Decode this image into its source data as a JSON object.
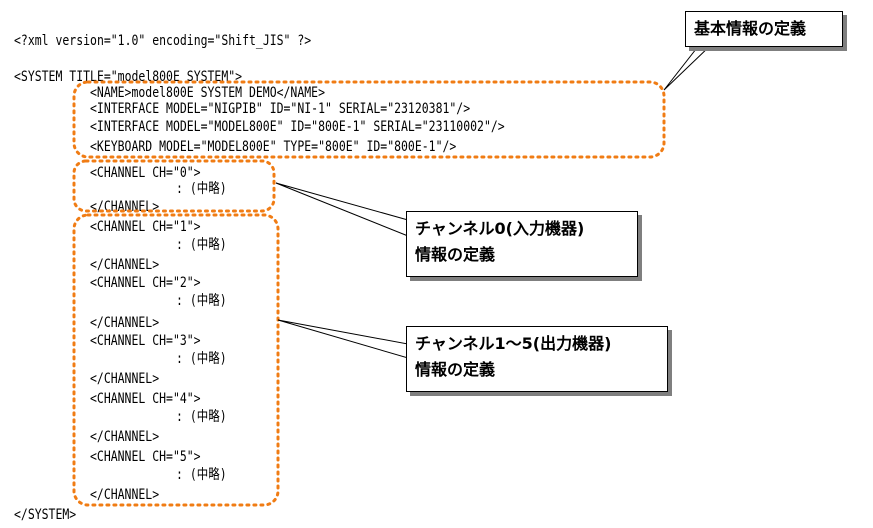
{
  "xml_lines": [
    "<?xml version=\"1.0\" encoding=\"Shift_JIS\" ?>",
    "<SYSTEM TITLE=\"model800E SYSTEM\">",
    "<NAME>model800E SYSTEM DEMO</NAME>",
    "<INTERFACE MODEL=\"NIGPIB\" ID=\"NI-1\" SERIAL=\"23120381\"/>",
    "<INTERFACE MODEL=\"MODEL800E\" ID=\"800E-1\" SERIAL=\"23110002\"/>",
    "<KEYBOARD MODEL=\"MODEL800E\" TYPE=\"800E\" ID=\"800E-1\"/>",
    "<CHANNEL CH=\"0\">",
    ": (中略)",
    "</CHANNEL>",
    "<CHANNEL CH=\"1\">",
    ": (中略)",
    "</CHANNEL>",
    "<CHANNEL CH=\"2\">",
    ": (中略)",
    "</CHANNEL>",
    "<CHANNEL CH=\"3\">",
    ": (中略)",
    "</CHANNEL>",
    "<CHANNEL CH=\"4\">",
    ": (中略)",
    "</CHANNEL>",
    "<CHANNEL CH=\"5\">",
    ": (中略)",
    "</CHANNEL>",
    "</SYSTEM>"
  ],
  "callouts": {
    "basic_info": {
      "line1": "基本情報の定義"
    },
    "channel0": {
      "line1": "チャンネル0(入力機器)",
      "line2": "情報の定義"
    },
    "channel1_5": {
      "line1": "チャンネル1〜5(出力機器)",
      "line2": "情報の定義"
    }
  },
  "colors": {
    "highlight_border": "#f07c14",
    "callout_shadow": "#7f7f7f",
    "text": "#000000"
  }
}
